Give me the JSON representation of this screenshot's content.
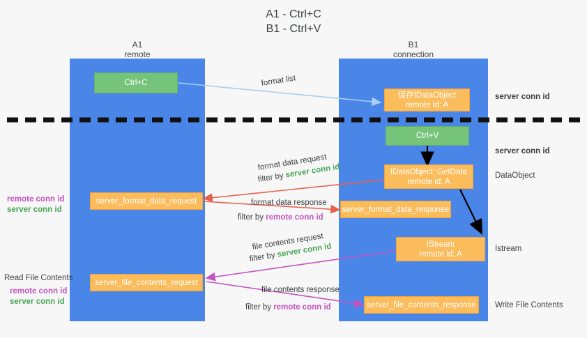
{
  "title": {
    "line1": "A1 - Ctrl+C",
    "line2": "B1 - Ctrl+V"
  },
  "columns": [
    {
      "name": "A1",
      "sub": "remote"
    },
    {
      "name": "B1",
      "sub": "connection"
    }
  ],
  "boxes": {
    "ctrl_c": "Ctrl+C",
    "ctrl_v": "Ctrl+V",
    "save_idataobject": {
      "line1": "保存IDataObject",
      "line2": "remote id: A"
    },
    "getdata": {
      "line1": "IDataObject::GetData",
      "line2": "remote id: A"
    },
    "istream": {
      "line1": "IStream",
      "line2": "remote id: A"
    },
    "server_format_data_request": "server_format_data_request",
    "server_format_data_response": "server_format_data_response",
    "server_file_contents_request": "server_file_contents_request",
    "server_file_contents_response": "server_file_contents_response"
  },
  "arrow_labels": {
    "format_list": "format list",
    "format_data_request": "format data request",
    "format_data_request_filter_prefix": "filter by ",
    "format_data_request_filter_value": "server conn id",
    "format_data_response": "format data response",
    "format_data_response_filter_prefix": "filter by ",
    "format_data_response_filter_value": "remote conn id",
    "file_contents_request": "file contents request",
    "file_contents_request_filter_prefix": "filter by ",
    "file_contents_request_filter_value": "server conn id",
    "file_contents_response": "file contents response",
    "file_contents_response_filter_prefix": "filter by ",
    "file_contents_response_filter_value": "remote conn id"
  },
  "right_labels": {
    "server_conn_id_top": "server conn id",
    "server_conn_id_mid": "server conn id",
    "dataobject": "DataObject",
    "istream": "Istream",
    "write_file_contents": "Write File Contents"
  },
  "left_labels": {
    "remote_conn_id_1": "remote conn id",
    "server_conn_id_1": "server conn id",
    "read_file_contents": "Read File Contents",
    "remote_conn_id_2": "remote conn id",
    "server_conn_id_2": "server conn id"
  },
  "colors": {
    "lane": "#4a86e8",
    "orange": "#fbbc5c",
    "green_box": "#76c47a",
    "green_text": "#4aa657",
    "magenta_text": "#c154c1",
    "light_blue_arrow": "#a9cdf0",
    "red_arrow": "#e8604c",
    "black": "#000000"
  }
}
